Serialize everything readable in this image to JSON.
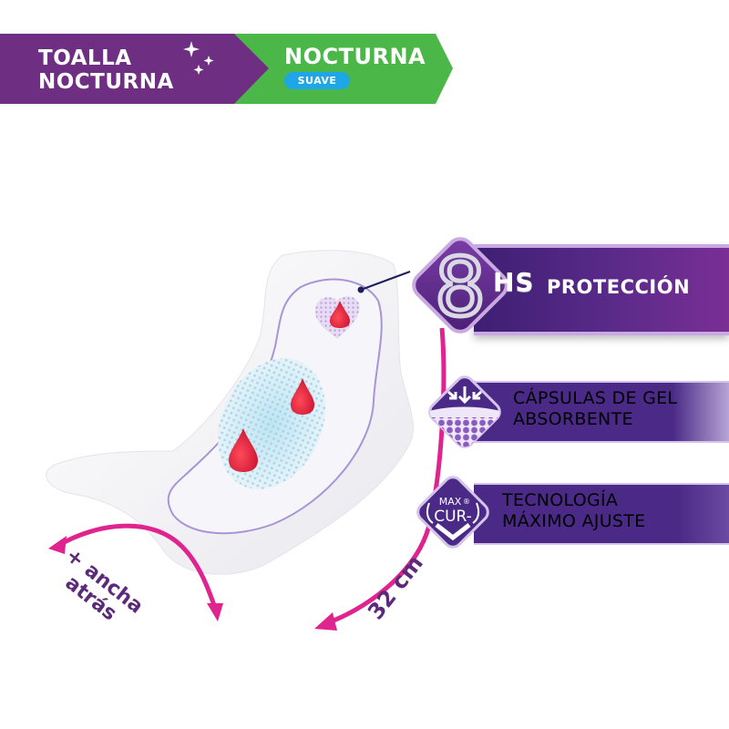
{
  "banner": {
    "line1": "TOALLA",
    "line2": "NOCTURNA",
    "icon": "moon-stars-icon",
    "variant": {
      "title": "NOCTURNA",
      "badge": "SUAVE"
    },
    "colors": {
      "purple": "#6e2f82",
      "green": "#4bb748",
      "badge_blue": "#1ea6e6"
    }
  },
  "features": [
    {
      "icon": "eight-hours-icon",
      "number": "8",
      "unit": "HS",
      "label": "PROTECCIÓN"
    },
    {
      "icon": "gel-capsules-icon",
      "line1": "CÁPSULAS DE GEL",
      "line2": "ABSORBENTE"
    },
    {
      "icon": "maxcur-icon",
      "icon_text_top": "MAX",
      "icon_text_bottom": "CUR-",
      "icon_mark": "®",
      "line1": "TECNOLOGÍA",
      "line2": "MÁXIMO AJUSTE"
    }
  ],
  "measurements": {
    "width_line1": "+ ancha",
    "width_line2": "atrás",
    "length": "32 cm",
    "arrow_color": "#e0248f",
    "text_color": "#5b2a7a"
  },
  "product": {
    "description": "sanitary-pad-illustration",
    "drops": 3
  }
}
